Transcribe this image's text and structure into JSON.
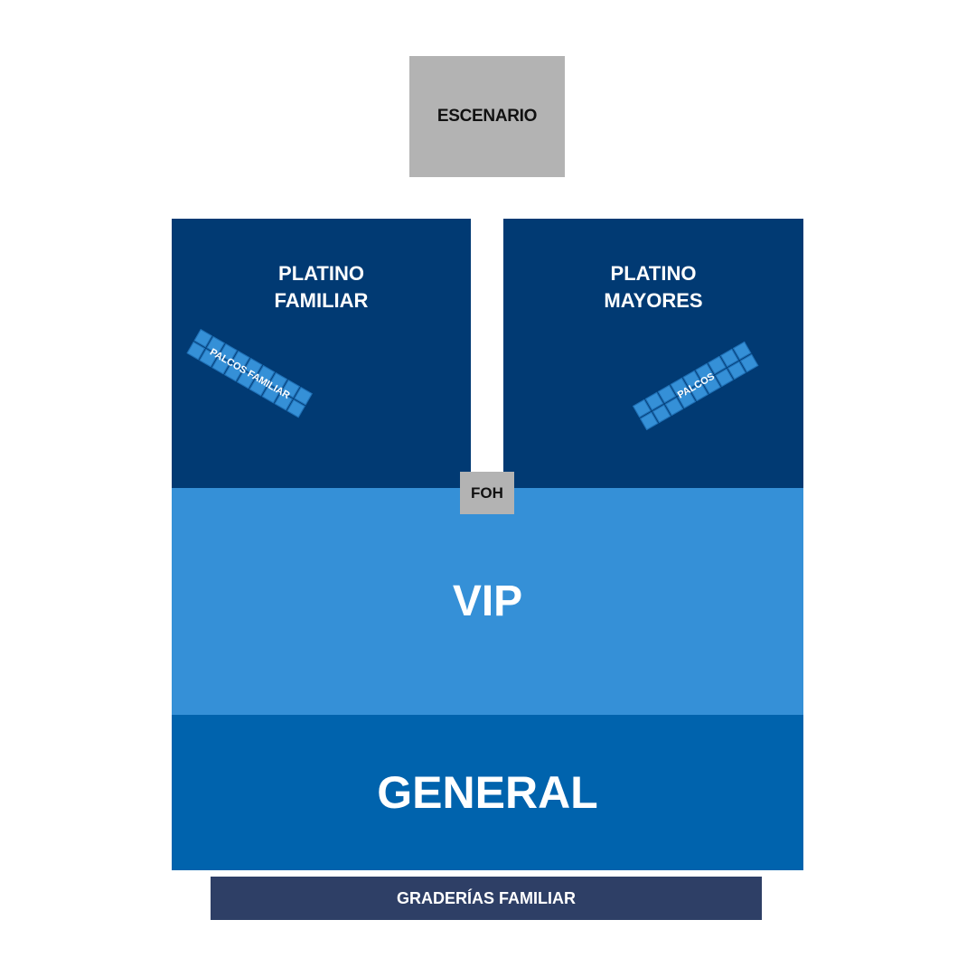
{
  "venue_map": {
    "stage": {
      "label": "ESCENARIO",
      "color": "#b3b3b3"
    },
    "platino_familiar": {
      "line1": "PLATINO",
      "line2": "FAMILIAR",
      "color": "#013a73",
      "palcos": {
        "label": "PALCOS FAMILIAR",
        "rows": 2,
        "cells_per_row": 9
      }
    },
    "platino_mayores": {
      "line1": "PLATINO",
      "line2": "MAYORES",
      "color": "#013a73",
      "palcos": {
        "label": "PALCOS",
        "rows": 2,
        "cells_per_row": 9
      }
    },
    "foh": {
      "label": "FOH",
      "color": "#b3b3b3"
    },
    "vip": {
      "label": "VIP",
      "color": "#3590d7"
    },
    "general": {
      "label": "GENERAL",
      "color": "#0063ad"
    },
    "graderias": {
      "label": "GRADERÍAS FAMILIAR",
      "color": "#2e3f66"
    }
  }
}
